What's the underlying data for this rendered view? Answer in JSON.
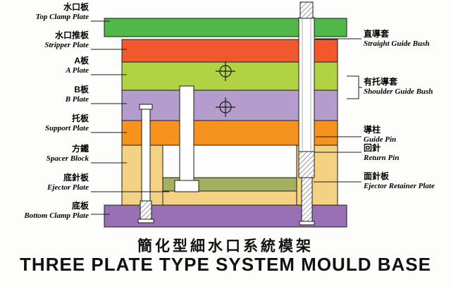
{
  "title": {
    "cn": "簡化型細水口系統模架",
    "en": "THREE PLATE TYPE SYSTEM MOULD BASE"
  },
  "left_labels": [
    {
      "cn": "水口板",
      "en": "Top Clamp Plate"
    },
    {
      "cn": "水口推板",
      "en": "Stripper Plate"
    },
    {
      "cn": "A板",
      "en": "A Plate"
    },
    {
      "cn": "B板",
      "en": "B Plate"
    },
    {
      "cn": "托板",
      "en": "Support Plate"
    },
    {
      "cn": "方鐵",
      "en": "Spacer Block"
    },
    {
      "cn": "底針板",
      "en": "Ejector Plate"
    },
    {
      "cn": "底板",
      "en": "Bottom Clamp Plate"
    }
  ],
  "right_labels": [
    {
      "cn": "直導套",
      "en": "Straight Guide Bush"
    },
    {
      "cn": "有托導套",
      "en": "Shoulder Guide Bush"
    },
    {
      "cn": "導柱",
      "en": "Guide Pin"
    },
    {
      "cn": "回針",
      "en": "Return Pin"
    },
    {
      "cn": "面針板",
      "en": "Ejector Retainer Plate"
    }
  ],
  "colors": {
    "top_clamp_plate": "#4fb848",
    "stripper_plate": "#f1582b",
    "a_plate": "#b1d243",
    "b_plate": "#b49ccc",
    "support_plate": "#f6921e",
    "spacer_block": "#f3d283",
    "ejector_retainer_plate": "#a4b05e",
    "ejector_plate": "#f3d283",
    "bottom_clamp_plate": "#9a70b4",
    "outline": "#1a1a1a",
    "text": "#000000"
  }
}
